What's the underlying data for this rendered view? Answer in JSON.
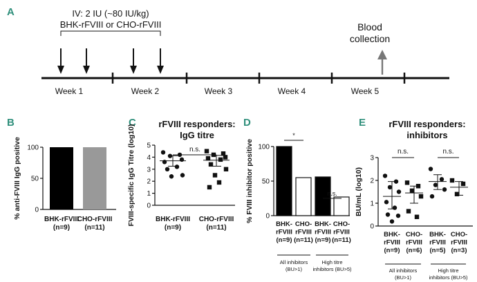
{
  "panels": {
    "A": {
      "letter": "A",
      "injection_line1": "IV: 2 IU (~80 IU/kg)",
      "injection_line2": "BHK-rFVIII or CHO-rFVIII",
      "blood_line1": "Blood",
      "blood_line2": "collection",
      "weeks": [
        "Week 1",
        "Week 2",
        "Week 3",
        "Week 4",
        "Week 5"
      ],
      "arrow_color": "#777777"
    },
    "B": {
      "letter": "B"
    },
    "C": {
      "letter": "C",
      "title_line1": "rFVIII responders:",
      "title_line2": "IgG titre"
    },
    "D": {
      "letter": "D"
    },
    "E": {
      "letter": "E",
      "title_line1": "rFVIII responders:",
      "title_line2": "inhibitors"
    }
  },
  "chart_data": [
    {
      "id": "B",
      "type": "bar",
      "ylabel": "% anti-FVIII IgG positive",
      "ylim": [
        0,
        100
      ],
      "yticks": [
        "0",
        "50",
        "100"
      ],
      "categories": [
        {
          "line1": "BHK-rFVIII",
          "line2": "(n=9)"
        },
        {
          "line1": "CHO-rFVIII",
          "line2": "(n=11)"
        }
      ],
      "values": [
        100,
        100
      ],
      "colors": [
        "#000000",
        "#999999"
      ]
    },
    {
      "id": "C",
      "type": "scatter",
      "ylabel": "FVIII-specific IgG Titre (log10)",
      "ylim": [
        0,
        5
      ],
      "yticks": [
        "0",
        "1",
        "2",
        "3",
        "4",
        "5"
      ],
      "significance": "n.s.",
      "groups": [
        {
          "line1": "BHK-rFVIII",
          "line2": "(n=9)",
          "marker": "circle",
          "mean": 3.7,
          "sem_low": 3.25,
          "sem_high": 4.12,
          "points": [
            4.4,
            4.2,
            4.1,
            3.8,
            3.6,
            3.2,
            3.0,
            2.5,
            2.4
          ]
        },
        {
          "line1": "CHO-rFVIII",
          "line2": "(n=11)",
          "marker": "square",
          "mean": 3.75,
          "sem_low": 3.25,
          "sem_high": 4.15,
          "points": [
            4.5,
            4.3,
            4.2,
            4.0,
            3.9,
            3.8,
            3.4,
            3.0,
            2.5,
            1.9,
            1.5
          ]
        }
      ]
    },
    {
      "id": "D",
      "type": "bar",
      "ylabel": "% FVIII inhibitor positive",
      "ylim": [
        0,
        100
      ],
      "yticks": [
        "0",
        "50",
        "100"
      ],
      "categories": [
        {
          "line1": "BHK-",
          "line2": "rFVIII",
          "line3": "(n=9)"
        },
        {
          "line1": "CHO-",
          "line2": "rFVIII",
          "line3": "(n=11)"
        },
        {
          "line1": "BHK-",
          "line2": "rFVIII",
          "line3": "(n=9)"
        },
        {
          "line1": "CHO-",
          "line2": "rFVIII",
          "line3": "(n=11)"
        }
      ],
      "values": [
        100,
        55,
        56,
        27
      ],
      "fills": [
        "#000000",
        "#ffffff",
        "#000000",
        "#ffffff"
      ],
      "significance": [
        {
          "label": "*",
          "pair": [
            0,
            1
          ]
        },
        {
          "label": "n.s.",
          "pair": [
            2,
            3
          ]
        }
      ],
      "group_labels": [
        {
          "line1": "All inhibitors",
          "line2": "(BU>1)"
        },
        {
          "line1": "High titre",
          "line2": "inhibitors (BU>5)"
        }
      ]
    },
    {
      "id": "E",
      "type": "scatter",
      "ylabel": "BU/mL (log10)",
      "ylim": [
        0,
        3
      ],
      "yticks": [
        "0",
        "1",
        "2",
        "3"
      ],
      "groups": [
        {
          "line1": "BHK-",
          "line2": "rFVIII",
          "line3": "(n=9)",
          "marker": "circle",
          "mean": 1.3,
          "sem_low": 0.75,
          "sem_high": 1.95,
          "points": [
            2.2,
            1.95,
            1.7,
            1.5,
            1.05,
            0.8,
            0.5,
            0.45,
            0.2
          ]
        },
        {
          "line1": "CHO-",
          "line2": "rFVIII",
          "line3": "(n=6)",
          "marker": "square",
          "mean": 1.45,
          "sem_low": 1.0,
          "sem_high": 1.75,
          "points": [
            1.9,
            1.75,
            1.55,
            1.3,
            0.65,
            0.4
          ]
        },
        {
          "line1": "BHK-",
          "line2": "rFVIII",
          "line3": "(n=5)",
          "marker": "circle",
          "mean": 1.95,
          "sem_low": 1.6,
          "sem_high": 2.25,
          "points": [
            2.5,
            2.05,
            1.8,
            1.6,
            1.3
          ]
        },
        {
          "line1": "CHO-",
          "line2": "rFVIII",
          "line3": "(n=3)",
          "marker": "square",
          "mean": 1.7,
          "sem_low": 1.35,
          "sem_high": 1.95,
          "points": [
            2.0,
            1.85,
            1.4
          ]
        }
      ],
      "significance": [
        {
          "label": "n.s.",
          "pair": [
            0,
            1
          ]
        },
        {
          "label": "n.s.",
          "pair": [
            2,
            3
          ]
        }
      ],
      "group_labels": [
        {
          "line1": "All inhibitors",
          "line2": "(BU>1)"
        },
        {
          "line1": "High titre",
          "line2": "inhibitors (BU>5)"
        }
      ]
    }
  ]
}
